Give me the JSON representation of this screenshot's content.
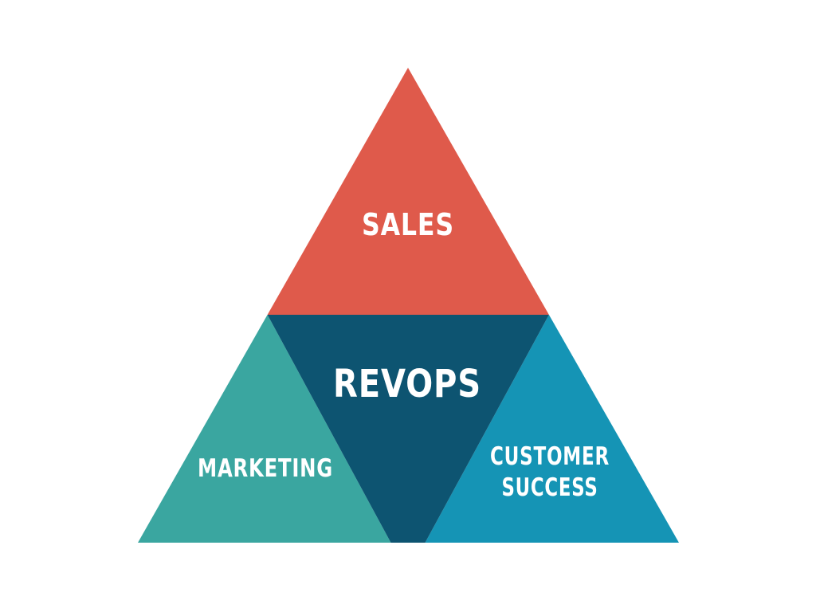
{
  "diagram": {
    "type": "pyramid",
    "background_color": "#FFFFFF",
    "label_color": "#FFFFFF",
    "segments": {
      "sales": {
        "label": "SALES",
        "color": "#DF5A4B",
        "position": "top"
      },
      "revops": {
        "label": "REVOPS",
        "color": "#0D5471",
        "position": "center-inverted"
      },
      "marketing": {
        "label": "MARKETING",
        "color": "#3AA6A0",
        "position": "bottom-left"
      },
      "customer_success": {
        "label_line1": "CUSTOMER",
        "label_line2": "SUCCESS",
        "color": "#1594B5",
        "position": "bottom-right"
      }
    }
  }
}
